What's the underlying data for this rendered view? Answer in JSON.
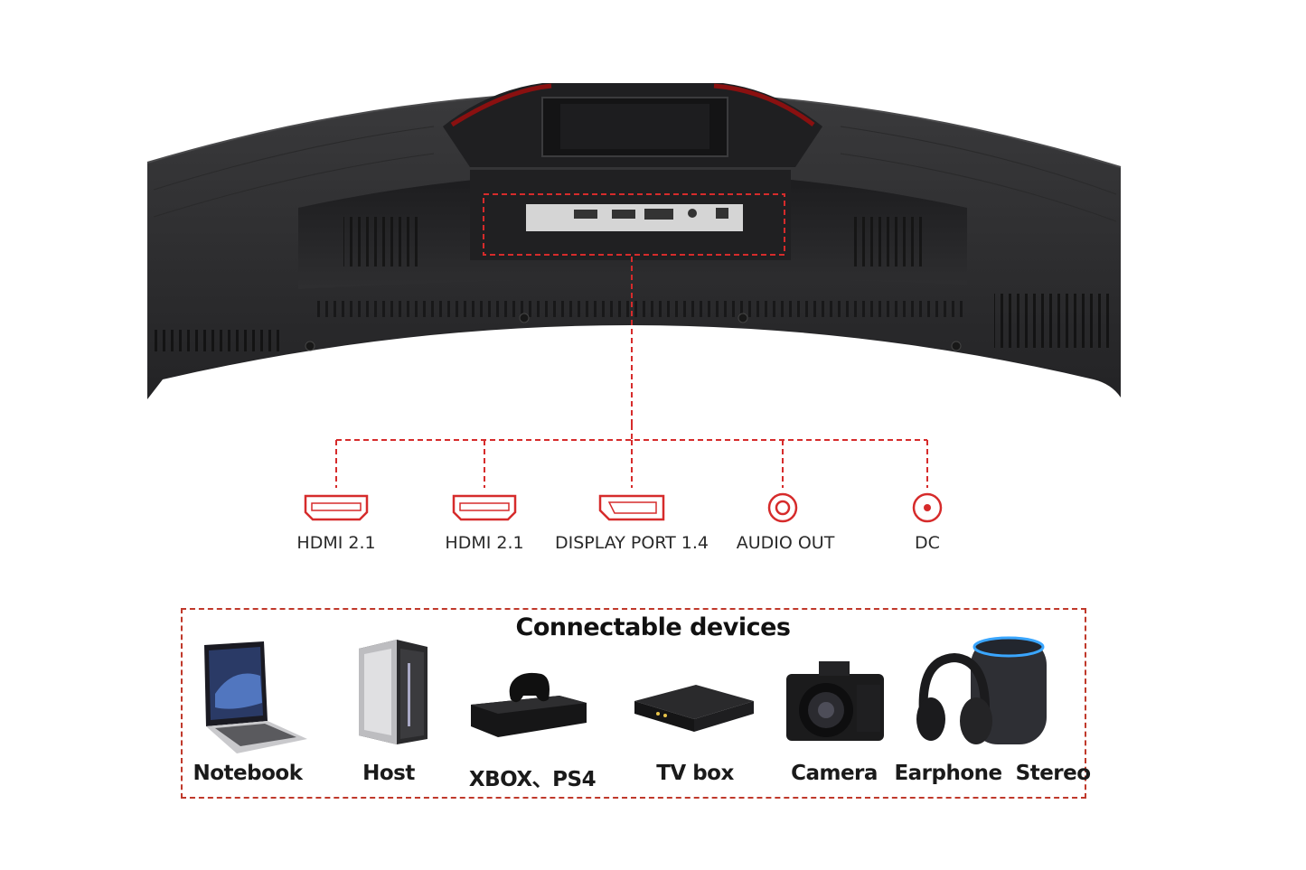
{
  "ports": [
    {
      "label": "HDMI 2.1",
      "icon": "hdmi-port-icon"
    },
    {
      "label": "HDMI 2.1",
      "icon": "hdmi-port-icon"
    },
    {
      "label": "DISPLAY PORT 1.4",
      "icon": "displayport-icon"
    },
    {
      "label": "AUDIO OUT",
      "icon": "audio-out-icon"
    },
    {
      "label": "DC",
      "icon": "dc-power-icon"
    }
  ],
  "devices_section": {
    "title": "Connectable devices",
    "items": [
      {
        "label": "Notebook",
        "icon": "notebook-icon"
      },
      {
        "label": "Host",
        "icon": "pc-tower-icon"
      },
      {
        "label": "XBOX、PS4",
        "icon": "game-console-icon"
      },
      {
        "label": "TV box",
        "icon": "tv-box-icon"
      },
      {
        "label": "Camera",
        "icon": "camera-icon"
      },
      {
        "label": "Earphone  Stereo",
        "icon": "headphones-speaker-icon"
      }
    ]
  },
  "colors": {
    "accent_red": "#d62b2b",
    "monitor_dark": "#2c2c2e",
    "text": "#1a1a1a"
  }
}
